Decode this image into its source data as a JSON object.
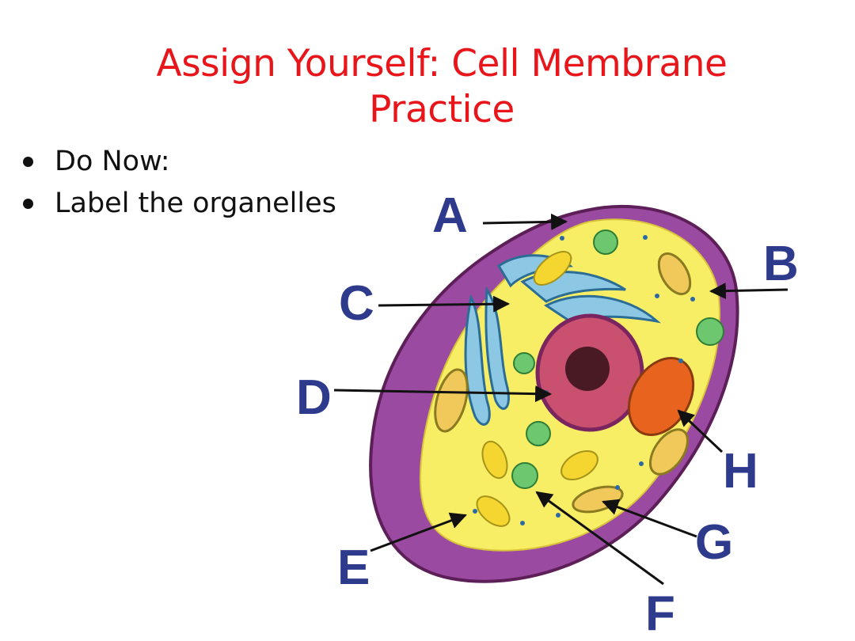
{
  "slide": {
    "title": "Assign Yourself: Cell Membrane Practice",
    "bullets": [
      "Do Now:",
      "Label the organelles"
    ]
  },
  "diagram": {
    "labels": [
      "A",
      "B",
      "C",
      "D",
      "E",
      "F",
      "G",
      "H"
    ],
    "colors": {
      "label": "#2e3a8c",
      "membrane_outer": "#9b4aa1",
      "cytoplasm": "#f7ee66",
      "nucleus": "#c9506e",
      "er": "#8cc8e3",
      "mitochondria": "#f0c95a",
      "chloroplast_like": "#e8641e",
      "vacuole": "#6cc76f"
    }
  }
}
